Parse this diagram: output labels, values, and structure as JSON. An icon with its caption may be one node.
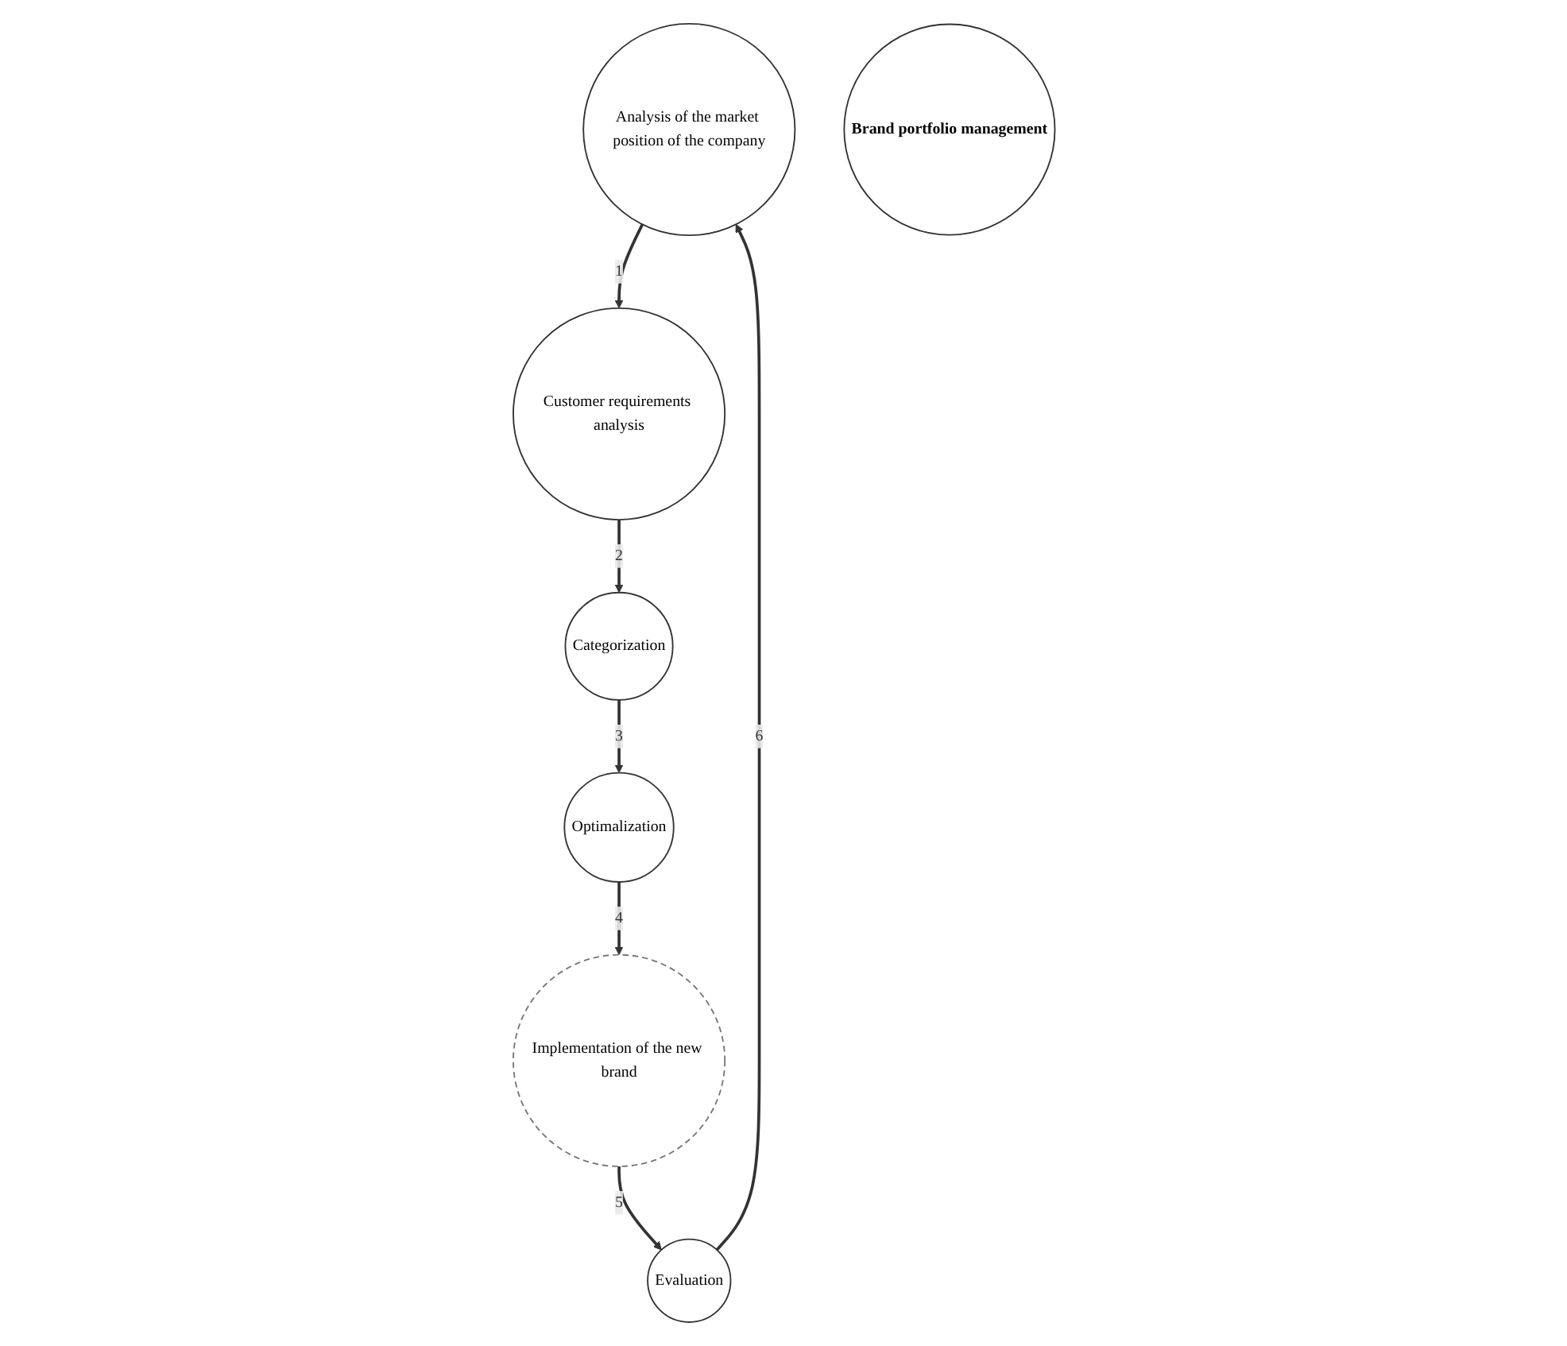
{
  "diagram": {
    "nodes": [
      {
        "text": [
          "Analysis of the market position of the company"
        ]
      },
      {
        "text": [
          "Customer requirements analysis"
        ]
      },
      {
        "text": [
          "Categorization"
        ]
      },
      {
        "text": [
          "Optimalization"
        ]
      },
      {
        "text": [
          "Implementation of the new brand"
        ]
      },
      {
        "text": [
          "Evaluation"
        ]
      },
      {
        "text": [
          "Brand portfolio management"
        ]
      }
    ],
    "edges": [
      {
        "from": 0,
        "to": 1,
        "arrow": "to",
        "label": "1"
      },
      {
        "from": 1,
        "to": 2,
        "arrow": "to",
        "label": "2"
      },
      {
        "from": 2,
        "to": 3,
        "arrow": "to",
        "label": "3"
      },
      {
        "from": 3,
        "to": 4,
        "arrow": "to",
        "label": "4"
      },
      {
        "from": 4,
        "to": 5,
        "arrow": "to",
        "label": "5"
      },
      {
        "from": 5,
        "to": 0,
        "arrow": "to",
        "label": "6"
      }
    ]
  }
}
